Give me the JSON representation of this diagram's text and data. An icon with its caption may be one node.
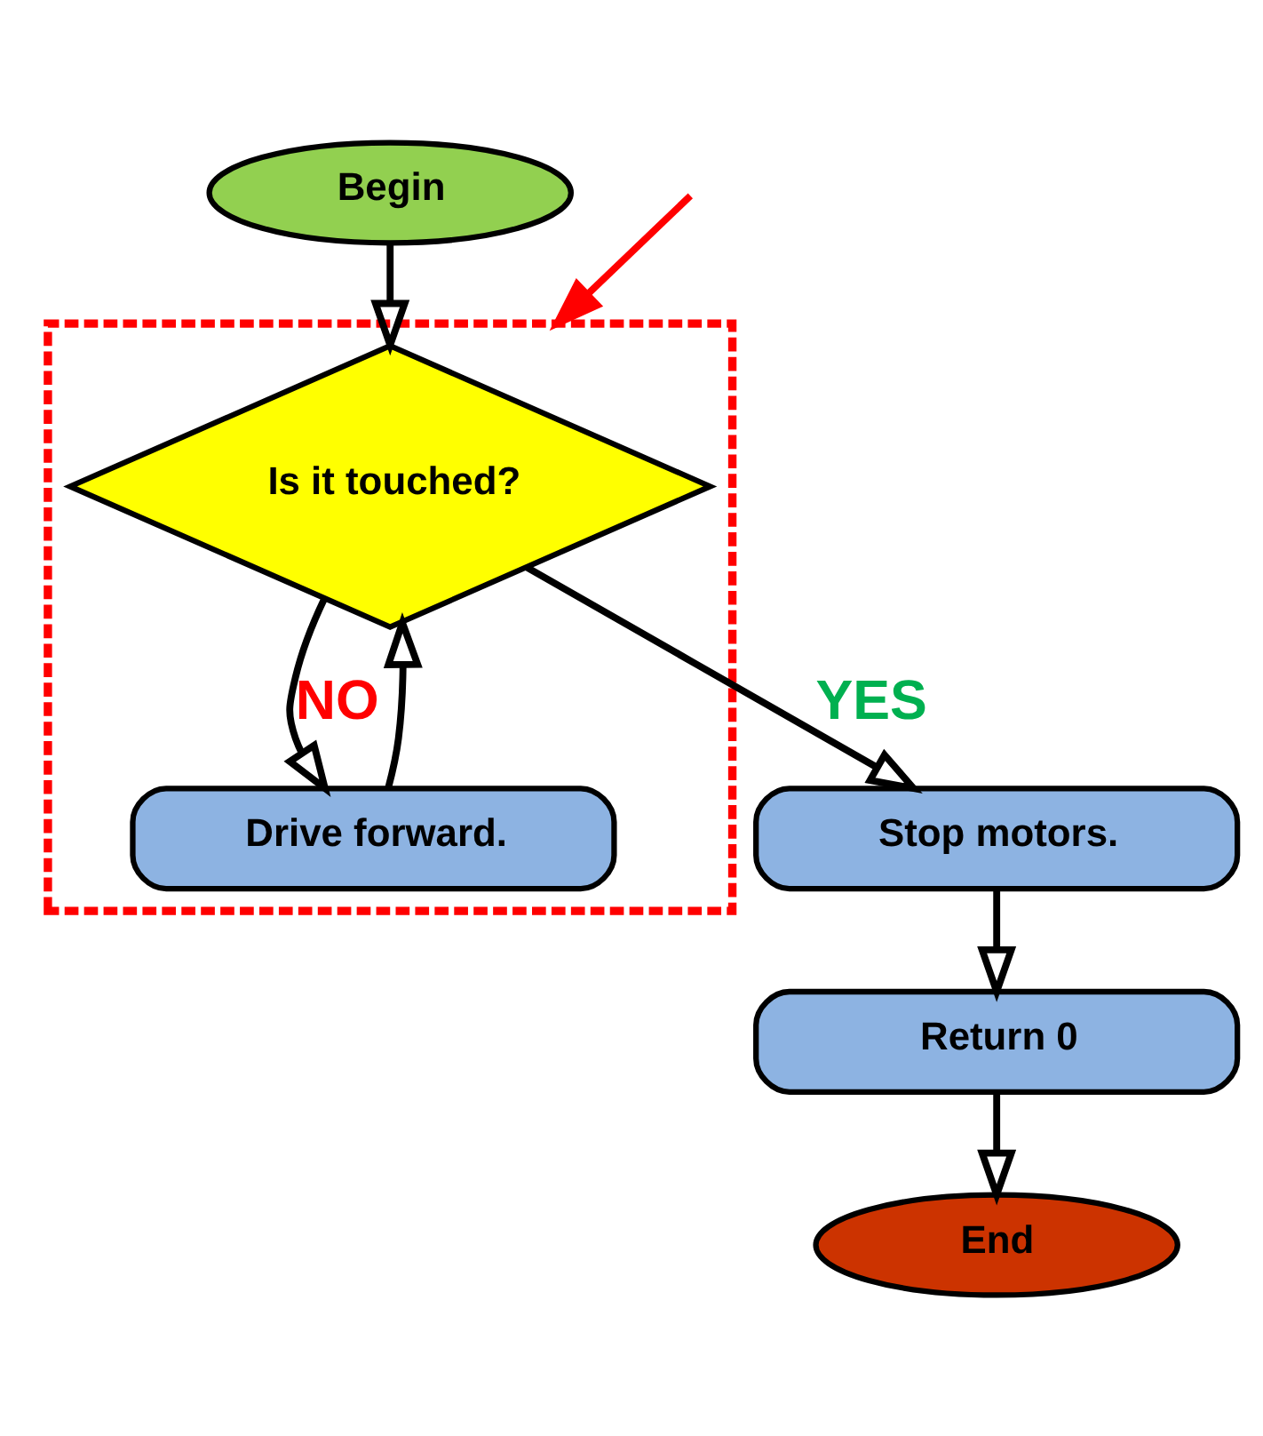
{
  "diagram": {
    "nodes": [
      {
        "text": [
          "Begin"
        ]
      },
      {
        "text": [],
        "shape": "box"
      },
      {
        "text": [
          "Is it touched?"
        ],
        "in": 1
      },
      {
        "text": [
          "Drive forward."
        ],
        "in": 1
      },
      {
        "text": [
          "Stop motors."
        ]
      },
      {
        "text": [
          "Return 0"
        ]
      },
      {
        "text": [
          "End"
        ]
      }
    ],
    "edges": [
      {
        "from": 0,
        "to": 2,
        "arrow": "to"
      },
      {
        "from": 2,
        "to": 3,
        "label": "NO",
        "arrow": "to"
      },
      {
        "from": 3,
        "to": 2,
        "arrow": "to"
      },
      {
        "from": 2,
        "to": 4,
        "label": "YES",
        "arrow": "to"
      },
      {
        "from": 4,
        "to": 5,
        "arrow": "to"
      },
      {
        "from": 5,
        "to": 6,
        "arrow": "to"
      },
      {
        "from": null,
        "to": 1,
        "arrow": "to",
        "color": "#ff0000"
      }
    ]
  }
}
